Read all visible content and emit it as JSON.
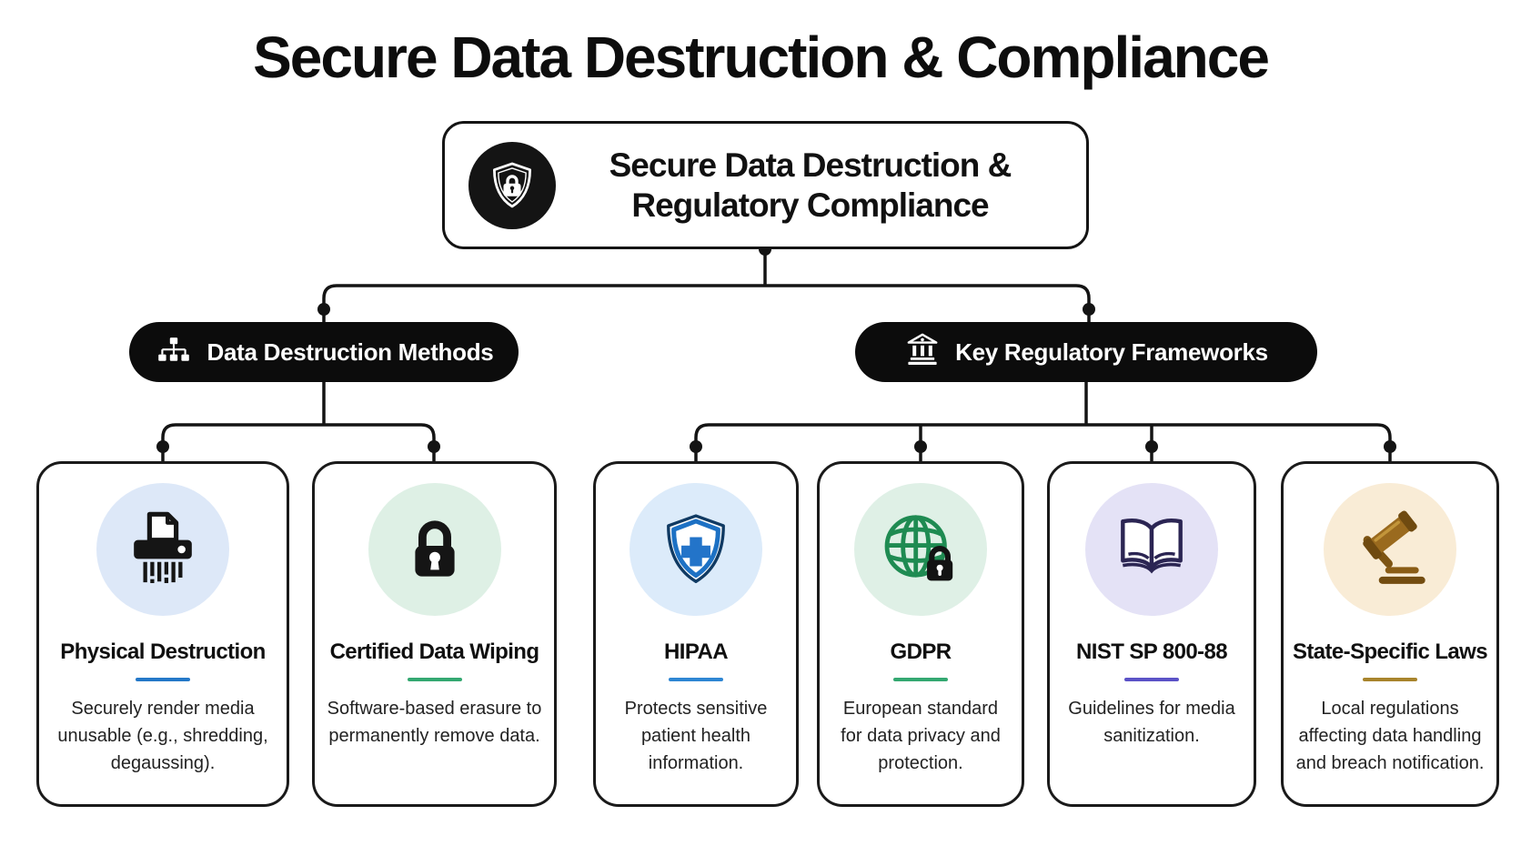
{
  "page_title": "Secure Data Destruction & Compliance",
  "root": {
    "title_line1": "Secure Data Destruction &",
    "title_line2": "Regulatory Compliance",
    "icon": "shield-lock-icon"
  },
  "branches": [
    {
      "label": "Data Destruction Methods",
      "icon": "hierarchy-icon"
    },
    {
      "label": "Key Regulatory Frameworks",
      "icon": "bank-icon"
    }
  ],
  "cards": [
    {
      "title": "Physical Destruction",
      "description": "Securely render media unusable (e.g., shredding, degaussing).",
      "icon": "shredder-icon",
      "accent": "#2478c8",
      "icon_bg": "#dde8f8",
      "parent": "Data Destruction Methods"
    },
    {
      "title": "Certified Data Wiping",
      "description": "Software-based erasure to permanently remove data.",
      "icon": "padlock-icon",
      "accent": "#34a871",
      "icon_bg": "#def0e5",
      "parent": "Data Destruction Methods"
    },
    {
      "title": "HIPAA",
      "description": "Protects sensitive patient health information.",
      "icon": "medical-shield-icon",
      "accent": "#2e86d3",
      "icon_bg": "#dcebfa",
      "parent": "Key Regulatory Frameworks"
    },
    {
      "title": "GDPR",
      "description": "European standard for data privacy and protection.",
      "icon": "globe-lock-icon",
      "accent": "#34a871",
      "icon_bg": "#dff0e6",
      "parent": "Key Regulatory Frameworks"
    },
    {
      "title": "NIST SP 800-88",
      "description": "Guidelines for media sanitization.",
      "icon": "open-book-icon",
      "accent": "#5b52c7",
      "icon_bg": "#e4e2f6",
      "parent": "Key Regulatory Frameworks"
    },
    {
      "title": "State-Specific Laws",
      "description": "Local regulations affecting data handling and breach notification.",
      "icon": "gavel-icon",
      "accent": "#a8842c",
      "icon_bg": "#f9ecd6",
      "parent": "Key Regulatory Frameworks"
    }
  ],
  "colors": {
    "line": "#141414",
    "node_border": "#141414",
    "pill_bg": "#0c0c0c",
    "background": "#ffffff"
  }
}
